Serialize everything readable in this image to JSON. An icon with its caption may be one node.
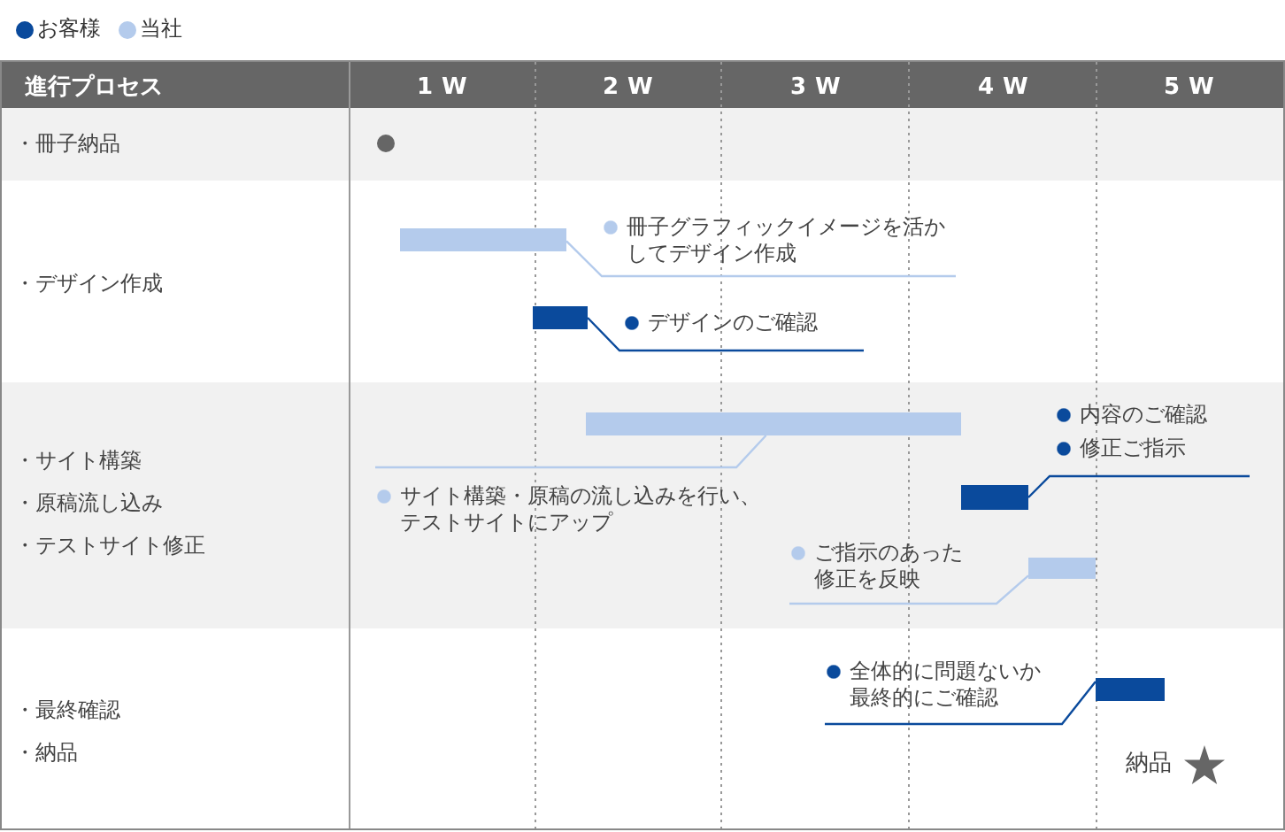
{
  "diagram": {
    "nodes": [
      {
        "text": [],
        "shape": "circle"
      },
      {
        "text": [],
        "shape": "bar"
      },
      {
        "text": [
          "冊子グラフィックイメージを活かしてデザイン作成"
        ]
      },
      {
        "text": [],
        "shape": "bar"
      },
      {
        "text": [
          "デザインのご確認"
        ]
      },
      {
        "text": [],
        "shape": "bar"
      },
      {
        "text": [
          "サイト構築・原稿の流し込みを行い、テストサイトにアップ"
        ]
      },
      {
        "text": [],
        "shape": "bar"
      },
      {
        "text": [
          "内容のご確認",
          "修正ご指示"
        ]
      },
      {
        "text": [],
        "shape": "bar"
      },
      {
        "text": [
          "ご指示のあった修正を反映"
        ]
      },
      {
        "text": [],
        "shape": "bar"
      },
      {
        "text": [
          "全体的に問題ないか最終的にご確認"
        ]
      },
      {
        "text": [],
        "shape": "star",
        "beside": [
          "納品"
        ]
      }
    ],
    "edges": [
      {
        "from": 1,
        "to": 2,
        "arrow": "none",
        "color": "#b4cbec"
      },
      {
        "from": 3,
        "to": 4,
        "arrow": "none",
        "color": "#0a4a9c"
      },
      {
        "from": 5,
        "to": 6,
        "arrow": "none",
        "color": "#b4cbec"
      },
      {
        "from": 7,
        "to": 8,
        "arrow": "none",
        "color": "#0a4a9c"
      },
      {
        "from": 9,
        "to": 10,
        "arrow": "none",
        "color": "#b4cbec"
      },
      {
        "from": 11,
        "to": 12,
        "arrow": "none",
        "color": "#0a4a9c"
      }
    ],
    "labels": [
      "進行プロセス",
      "1W",
      "2W",
      "3W",
      "4W",
      "5W",
      "・冊子納品",
      "・デザイン作成",
      "・サイト構築",
      "・原稿流し込み",
      "・テストサイト修正",
      "・最終確認",
      "・納品"
    ],
    "legend": [
      {
        "text": "お客様",
        "color": "#0a4a9c"
      },
      {
        "text": "当社",
        "color": "#b4cbec"
      }
    ]
  }
}
